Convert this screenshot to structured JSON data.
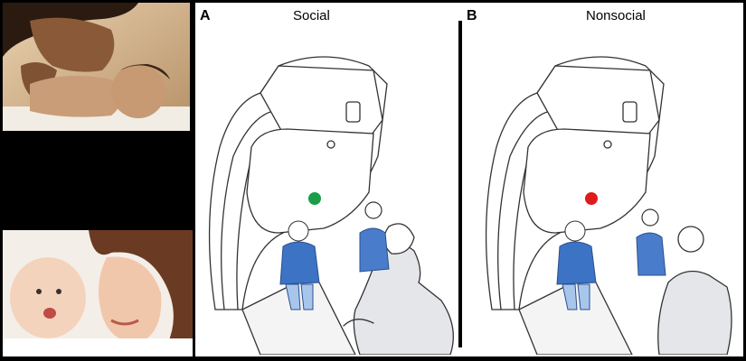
{
  "panels": [
    {
      "letter": "A",
      "title": "Social",
      "dot_color": "#1a9e4a"
    },
    {
      "letter": "B",
      "title": "Nonsocial",
      "dot_color": "#e01b1b"
    }
  ],
  "colors": {
    "infant_blue": "#3d73c4",
    "infant_light_blue": "#a8c6ec",
    "adult_blue": "#4a7ccc",
    "outline": "#333333",
    "scanner_fill": "#ffffff",
    "shadow_gray": "#e4e6ea"
  },
  "photos": [
    {
      "name": "mother-and-infant-photo-top"
    },
    {
      "name": "mother-and-infant-photo-bottom"
    }
  ]
}
